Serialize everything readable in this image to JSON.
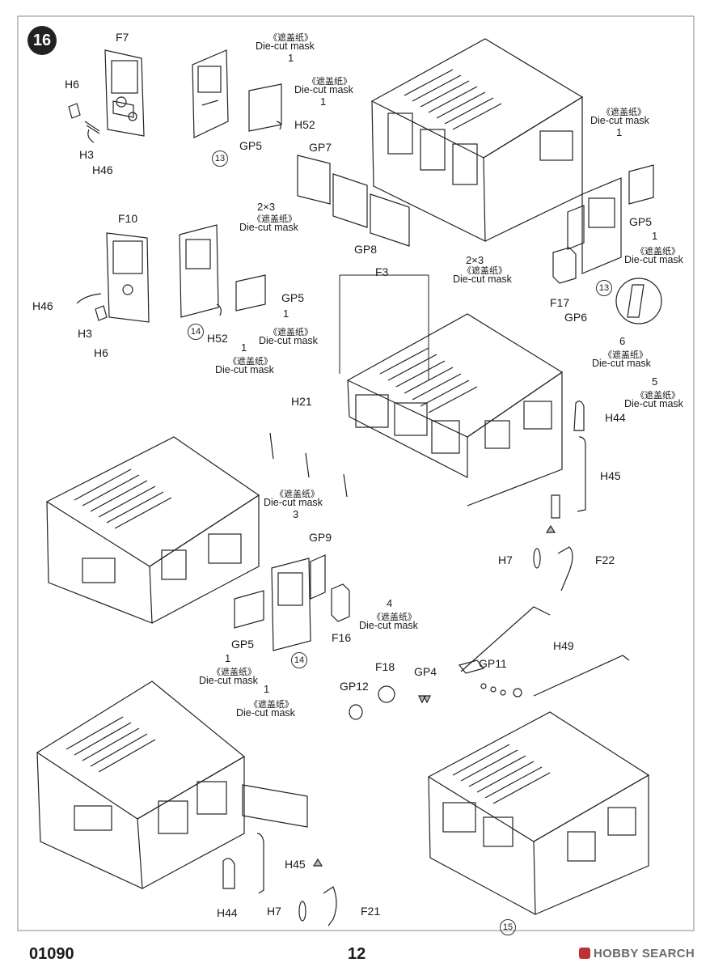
{
  "step": "16",
  "footer": {
    "code": "01090",
    "page": "12"
  },
  "watermark": "HOBBY SEARCH",
  "mask_cn": "《遮盖纸》",
  "mask_en": "Die-cut mask",
  "parts": {
    "F7": "F7",
    "H6": "H6",
    "H3": "H3",
    "H46": "H46",
    "H52": "H52",
    "GP5": "GP5",
    "GP7": "GP7",
    "GP8": "GP8",
    "F10": "F10",
    "F3": "F3",
    "F17": "F17",
    "GP6": "GP6",
    "H21": "H21",
    "H44": "H44",
    "H45": "H45",
    "H7": "H7",
    "F22": "F22",
    "GP9": "GP9",
    "F16": "F16",
    "H49": "H49",
    "GP4": "GP4",
    "GP11": "GP11",
    "F18": "F18",
    "GP12": "GP12",
    "F21": "F21"
  },
  "numbers": {
    "n1": "1",
    "n2x3": "2×3",
    "n3": "3",
    "n4": "4",
    "n5": "5",
    "n6": "6"
  },
  "circled": {
    "c13": "13",
    "c14": "14",
    "c15": "15"
  }
}
